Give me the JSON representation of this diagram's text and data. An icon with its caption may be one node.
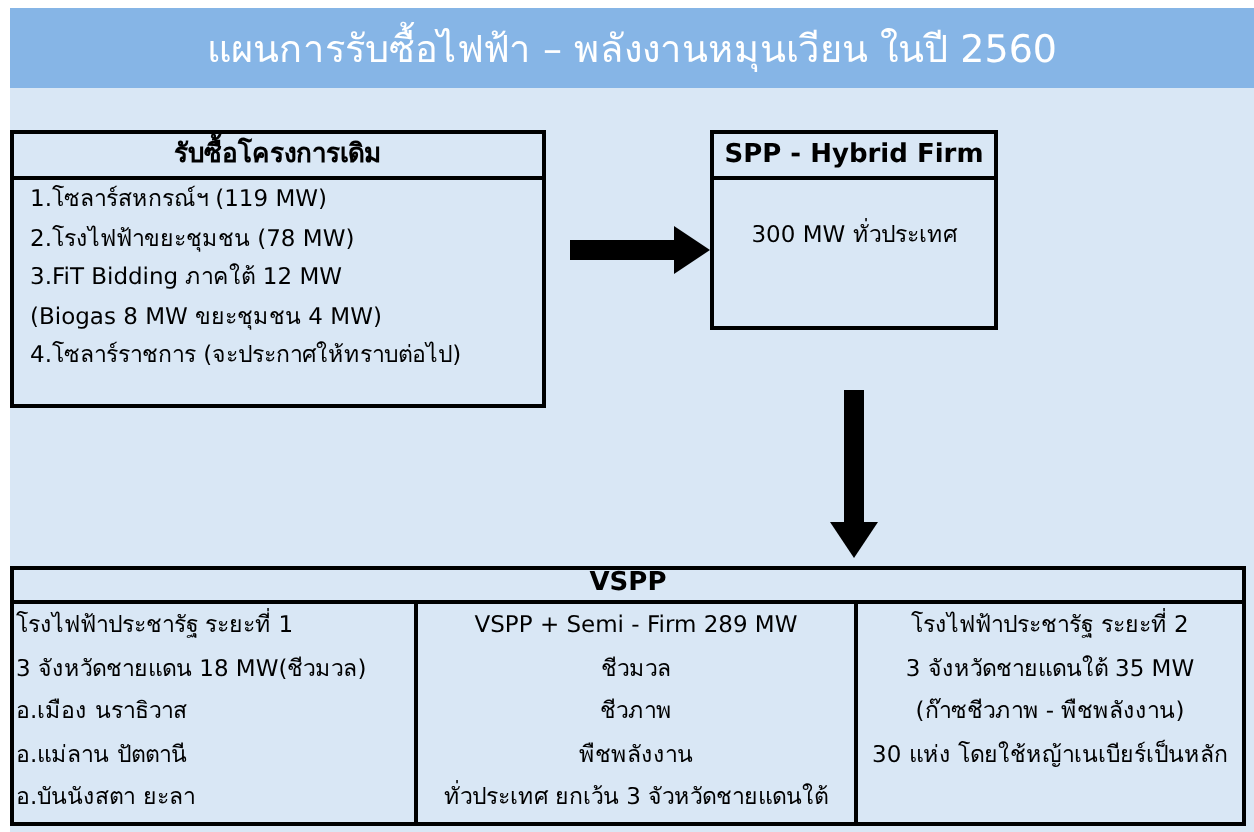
{
  "diagram": {
    "title": "แผนการรับซื้อไฟฟ้า – พลังงานหมุนเวียน ในปี 2560",
    "nodes": [
      {
        "text": [
          "รับซื้อโครงการเดิม",
          "1.โซลาร์สหกรณ์ฯ (119 MW)",
          "2.โรงไฟฟ้าขยะชุมชน (78 MW)",
          "3.FiT Bidding ภาคใต้ 12 MW",
          "(Biogas 8 MW ขยะชุมชน 4 MW)",
          "4.โซลาร์ราชการ (จะประกาศให้ทราบต่อไป)"
        ]
      },
      {
        "text": [
          "SPP - Hybrid Firm",
          "300 MW ทั่วประเทศ"
        ]
      },
      {
        "text": [
          "VSPP"
        ]
      },
      {
        "text": [
          "โรงไฟฟ้าประชารัฐ ระยะที่ 1",
          "3 จังหวัดชายแดน 18 MW(ชีวมวล)",
          "อ.เมือง นราธิวาส",
          "อ.แม่ลาน ปัตตานี",
          "อ.บันนังสตา ยะลา"
        ],
        "in": 2
      },
      {
        "text": [
          "VSPP + Semi - Firm 289 MW",
          "ชีวมวล",
          "ชีวภาพ",
          "พืชพลังงาน",
          "ทั่วประเทศ ยกเว้น 3 จัวหวัดชายแดนใต้"
        ],
        "in": 2
      },
      {
        "text": [
          "โรงไฟฟ้าประชารัฐ ระยะที่ 2",
          "3 จังหวัดชายแดนใต้ 35 MW",
          "(ก๊าซชีวภาพ - พืชพลังงาน)",
          "30 แห่ง โดยใช้หญ้าเนเบียร์เป็นหลัก"
        ],
        "in": 2
      }
    ],
    "edges": [
      {
        "from": 0,
        "to": 1,
        "arrow": "to"
      },
      {
        "from": 1,
        "to": 2,
        "arrow": "to"
      }
    ]
  }
}
